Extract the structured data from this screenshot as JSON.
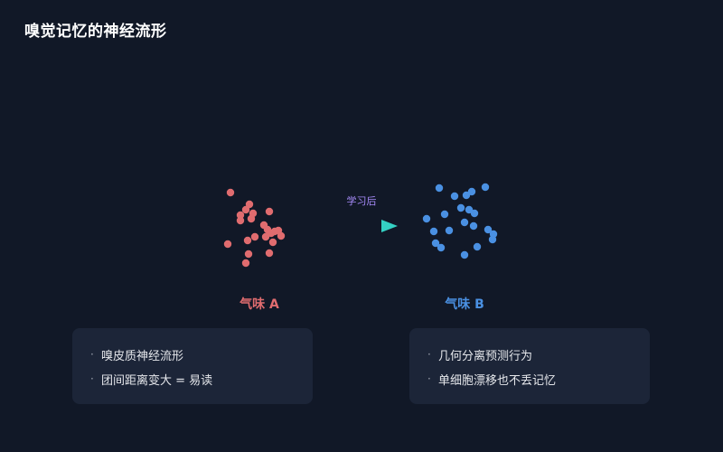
{
  "title": "嗅觉记忆的神经流形",
  "arrow_label": "学习后",
  "colors": {
    "background": "#111827",
    "odor_a": "#e06c6f",
    "odor_b": "#4a90e2",
    "arrow_start": "#8b7cf6",
    "arrow_end": "#34d1c4",
    "arrow_label": "#a78bfa",
    "card": "#1c2538"
  },
  "cluster_a": {
    "label": "气味 A"
  },
  "cluster_b": {
    "label": "气味 B"
  },
  "cards": {
    "left": {
      "bullet_icon": "·",
      "items": [
        "嗅皮质神经流形",
        "团间距离变大 = 易读"
      ]
    },
    "right": {
      "bullet_icon": "·",
      "items": [
        "几何分离预测行为",
        "单细胞漂移也不丢记忆"
      ]
    }
  }
}
